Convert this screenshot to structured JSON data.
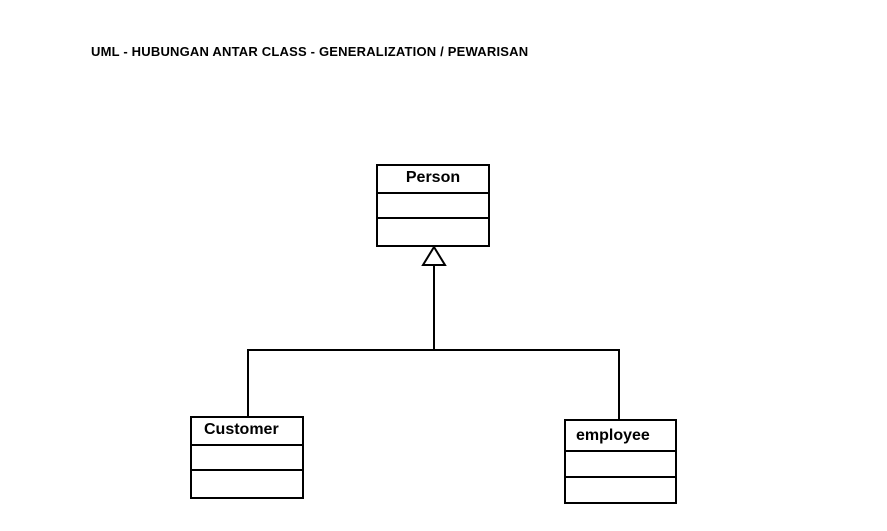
{
  "diagram": {
    "title": "UML - HUBUNGAN ANTAR CLASS - GENERALIZATION / PEWARISAN",
    "classes": {
      "person": {
        "name": "Person"
      },
      "customer": {
        "name": "Customer"
      },
      "employee": {
        "name": "employee"
      }
    },
    "relationship": {
      "type": "generalization",
      "parent": "Person",
      "children": [
        "Customer",
        "employee"
      ]
    }
  }
}
